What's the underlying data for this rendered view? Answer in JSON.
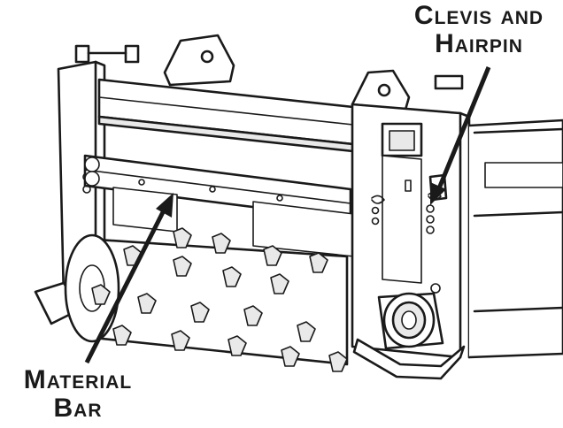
{
  "callouts": {
    "clevis_line1": "Clevis and",
    "clevis_line2": "Hairpin",
    "material_line1": "Material",
    "material_line2": "Bar"
  },
  "colors": {
    "ink": "#1a1a1a",
    "paper": "#ffffff",
    "shade": "#e9e9e9"
  }
}
